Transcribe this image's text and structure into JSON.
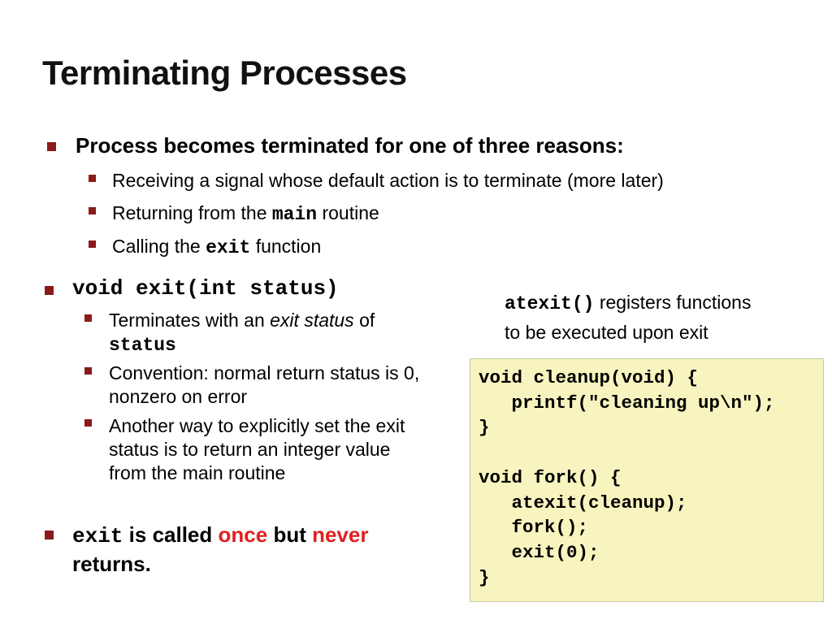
{
  "slide": {
    "title": "Terminating Processes",
    "b1": {
      "text": "Process becomes terminated for one of three reasons:",
      "sub1": "Receiving a signal whose default action is to terminate (more later)",
      "sub2_pre": "Returning from the",
      "sub2_code": "main",
      "sub2_post": "routine",
      "sub3_pre": "Calling the",
      "sub3_code": "exit",
      "sub3_post": "function"
    },
    "b2": {
      "code": "void exit(int status)",
      "s1_pre": "Terminates with an",
      "s1_em": "exit status",
      "s1_post": "of",
      "s1_code": "status",
      "s2_l1": "Convention: normal return status is 0,",
      "s2_l2": "nonzero on error",
      "s3_l1": "Another way to explicitly set the exit",
      "s3_l2": "status is to return an integer value",
      "s3_l3": "from the main routine"
    },
    "b3": {
      "code": "exit",
      "t1": "is called",
      "once": "once",
      "t2": "but",
      "never": "never",
      "t3": "returns."
    },
    "note": {
      "code": "atexit()",
      "l1": "registers functions",
      "l2": "to be executed upon exit"
    },
    "code_block": "void cleanup(void) {\n   printf(\"cleaning up\\n\");\n}\n\nvoid fork() {\n   atexit(cleanup);\n   fork();\n   exit(0);\n}"
  },
  "colors": {
    "bullet": "#8b1a1a",
    "emphasis": "#e02020",
    "code_bg": "#f7f4bf"
  }
}
